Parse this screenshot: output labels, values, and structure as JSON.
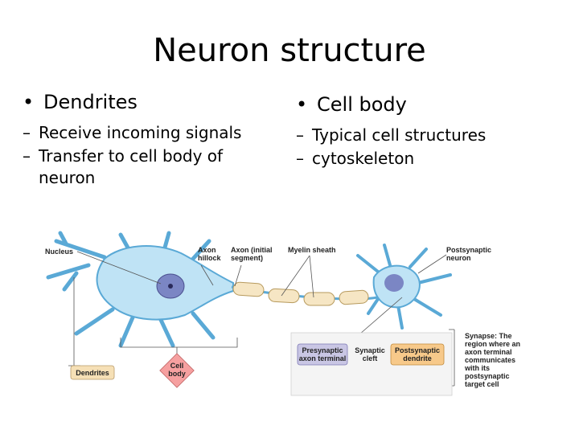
{
  "slide": {
    "title": "Neuron structure",
    "left": {
      "bullet": "Dendrites",
      "subitems": [
        "Receive incoming signals",
        "Transfer to cell body of neuron"
      ]
    },
    "right": {
      "bullet": "Cell body",
      "subitems": [
        "Typical cell structures",
        "cytoskeleton"
      ]
    }
  },
  "diagram": {
    "labels": {
      "nucleus": "Nucleus",
      "axon_hillock_1": "Axon",
      "axon_hillock_2": "hillock",
      "axon_initial_1": "Axon (initial",
      "axon_initial_2": "segment)",
      "myelin": "Myelin sheath",
      "postsynaptic_1": "Postsynaptic",
      "postsynaptic_2": "neuron",
      "dendrites": "Dendrites",
      "cell_body_1": "Cell",
      "cell_body_2": "body",
      "presynaptic_1": "Presynaptic",
      "presynaptic_2": "axon terminal",
      "cleft_1": "Synaptic",
      "cleft_2": "cleft",
      "post_dendrite_1": "Postsynaptic",
      "post_dendrite_2": "dendrite",
      "synapse_1": "Synapse: The",
      "synapse_2": "region where an",
      "synapse_3": "axon terminal",
      "synapse_4": "communicates",
      "synapse_5": "with its",
      "synapse_6": "postsynaptic",
      "synapse_7": "target cell"
    },
    "colors": {
      "cell_fill": "#bfe3f5",
      "cell_stroke": "#5aa9d6",
      "nucleus": "#7b86c4",
      "myelin": "#f6e6c4",
      "dendrite_box": "#f6e0b6",
      "cell_body_box": "#f6a0a0",
      "presynaptic_box": "#c9c6e4",
      "post_dendrite_box": "#f7c98a"
    }
  }
}
